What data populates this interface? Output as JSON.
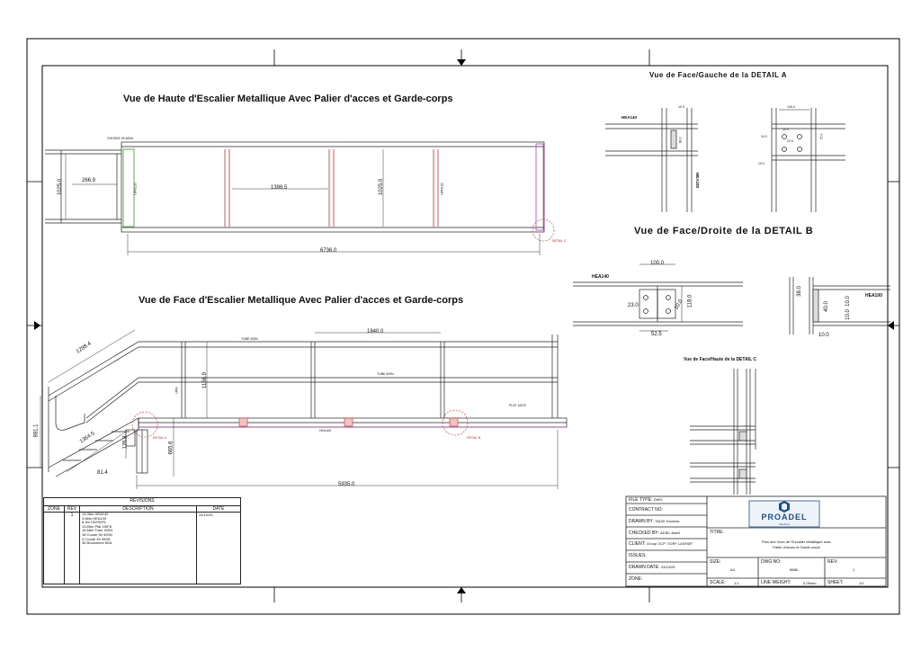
{
  "views": {
    "top_title": "Vue de Haute d'Escalier Metallique Avec Palier d'acces et Garde-corps",
    "front_title": "Vue de Face d'Escalier Metallique Avec Palier d'acces et Garde-corps",
    "detail_a_title": "Vue de Face/Gauche de la DETAIL A",
    "detail_b_title": "Vue de Face/Droite de la DETAIL B",
    "detail_c_title": "Vue de Face/Haute de la DETAIL C"
  },
  "top_view": {
    "dims": [
      "266.9",
      "1025.0",
      "1398.5",
      "1025.0",
      "6736.0"
    ],
    "small_labels": [
      "CROSSE 90 600N",
      "UPN120",
      "UPN120"
    ],
    "detail_marker": "DETAIL C"
  },
  "front_view": {
    "dims": [
      "1298.4",
      "1840.0",
      "1156.9",
      "981.1",
      "1364.5",
      "176.8",
      "81.4",
      "665.6",
      "5935.0"
    ],
    "small_labels": [
      "TUBE 400N",
      "TUBE 600N",
      "UPN",
      "HEA100",
      "PLAT 100*8"
    ],
    "detail_markers": [
      "DETAIL A",
      "DETAIL B"
    ]
  },
  "detail_a": {
    "labels": [
      "HEA140",
      "HEA100"
    ],
    "dims": [
      "10.0",
      "38.0",
      "140.0",
      "75.0",
      "22.5",
      "10.0",
      "10.0",
      "10.0"
    ]
  },
  "detail_b": {
    "labels": [
      "HEA140",
      "HEA100"
    ],
    "dims": [
      "100.0",
      "23.0",
      "10.0",
      "118.0",
      "52.5",
      "38.0",
      "40.0",
      "10.0",
      "10.0",
      "10.0"
    ]
  },
  "revisions": {
    "header": "REVISIONS",
    "columns": [
      "ZONE",
      "REV",
      "DESCRIPTION",
      "DATE"
    ],
    "rev": "1",
    "description": [
      "14.36m HEA140",
      "3.68m HEA100",
      "8.9m L50*50*5",
      "13.85m Plat 150*8",
      "15.68m Tube 400N",
      "18 Coude 90 400N",
      "4 Coude 45 400N",
      "36 Boulonnes M16"
    ],
    "date": "24/10/25"
  },
  "title_block": {
    "file_type_label": "FILE TYPE:",
    "file_type": "DWG",
    "contract_label": "CONTRACT NO:",
    "drawn_by_label": "DRAWN BY:",
    "drawn_by": "TALBI Youness",
    "checked_by_label": "CHECKED BY:",
    "checked_by": "ADIEL Nabil",
    "client_label": "CLIENT:",
    "client": "Group OCP \"JORF LASFAR\"",
    "issues_label": "ISSUES:",
    "drawn_date_label": "DRAWN DATE:",
    "drawn_date": "24/10/25",
    "zone_label": "ZONE:",
    "company": "PROADEL",
    "company_sub": "Solutions",
    "titre_label": "TITRE:",
    "titre_line1": "Plan des Vues de l'Escalier Metallique avec",
    "titre_line2": "Palier d'acces et Garde-corps",
    "size_label": "SIZE:",
    "size": "A4",
    "dwg_no_label": "DWG NO:",
    "dwg_no": "8888",
    "rev_label": "REV:",
    "rev": "1",
    "scale_label": "SCALE:",
    "scale": "1:1",
    "line_weight_label": "LINE WEIGHT:",
    "line_weight": "0.09mm",
    "sheet_label": "SHEET:",
    "sheet": "1/1"
  }
}
